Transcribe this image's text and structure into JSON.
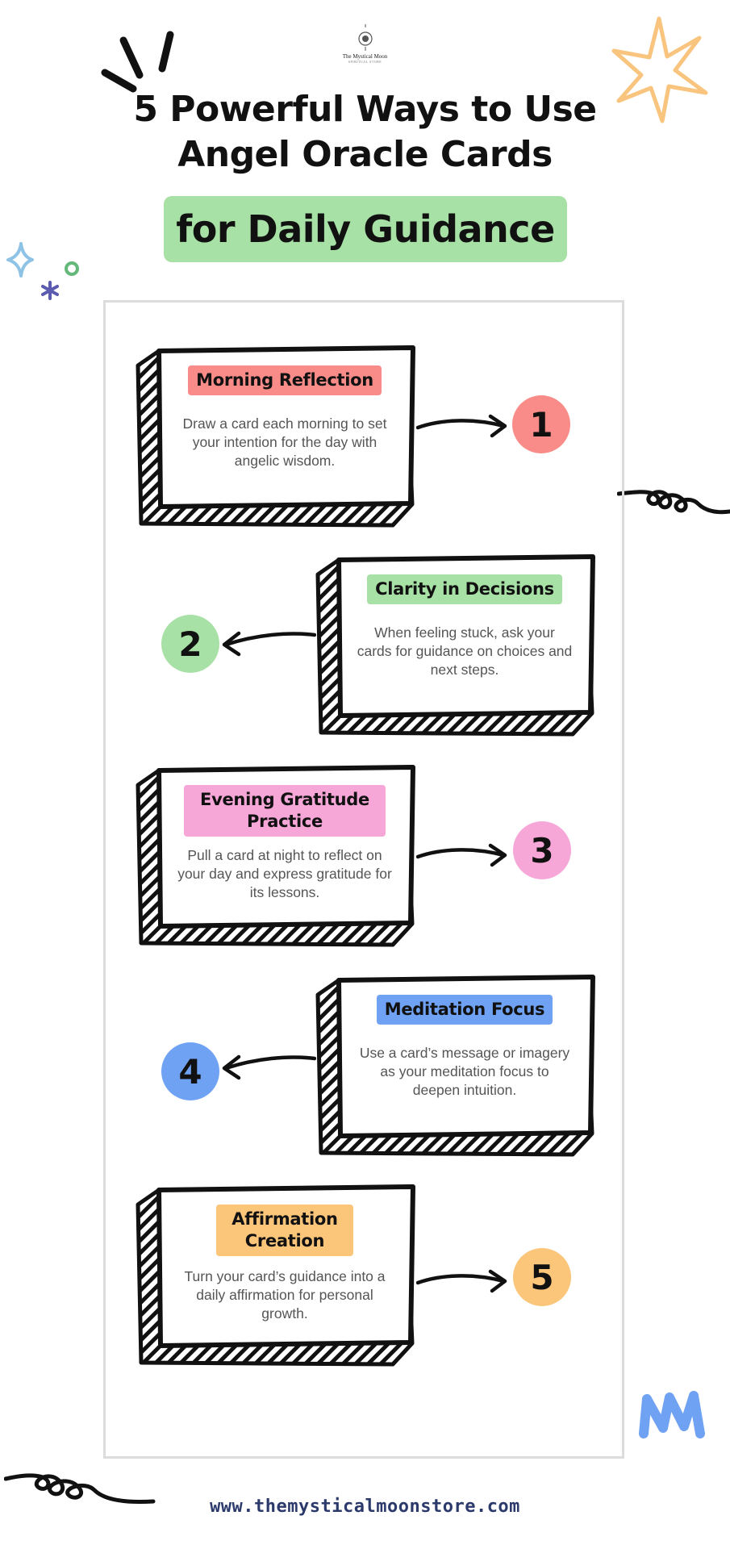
{
  "logo": {
    "name": "The Mystical Moon",
    "tagline": "SPIRITUAL STORE"
  },
  "title": {
    "line1": "5 Powerful Ways to Use",
    "line2": "Angel Oracle Cards",
    "highlight": "for Daily Guidance"
  },
  "steps": [
    {
      "number": "1",
      "title": "Morning Reflection",
      "description": "Draw a card each morning to set your intention for the day with angelic wisdom.",
      "tag_color": "#f98c88",
      "circle_color": "#f98c88"
    },
    {
      "number": "2",
      "title": "Clarity in Decisions",
      "description": "When feeling stuck, ask your cards for guidance on choices and next steps.",
      "tag_color": "#a8e1a6",
      "circle_color": "#a8e1a6"
    },
    {
      "number": "3",
      "title": "Evening Gratitude Practice",
      "description": "Pull a card at night to reflect on your day and express gratitude for its lessons.",
      "tag_color": "#f7a6d8",
      "circle_color": "#f7a6d8"
    },
    {
      "number": "4",
      "title": "Meditation Focus",
      "description": "Use a card’s message or imagery as your meditation focus to deepen intuition.",
      "tag_color": "#6fa2f2",
      "circle_color": "#6fa2f2"
    },
    {
      "number": "5",
      "title": "Affirmation Creation",
      "description": "Turn your card’s guidance into a daily affirmation for personal growth.",
      "tag_color": "#fbc57a",
      "circle_color": "#fbc57a"
    }
  ],
  "footer": {
    "url": "www.themysticalmoonstore.com"
  },
  "colors": {
    "subtitle_bg": "#a8e1a6",
    "footer_text": "#2b3a6b",
    "star": "#f9c47e",
    "m_logo": "#6fa2f2"
  }
}
